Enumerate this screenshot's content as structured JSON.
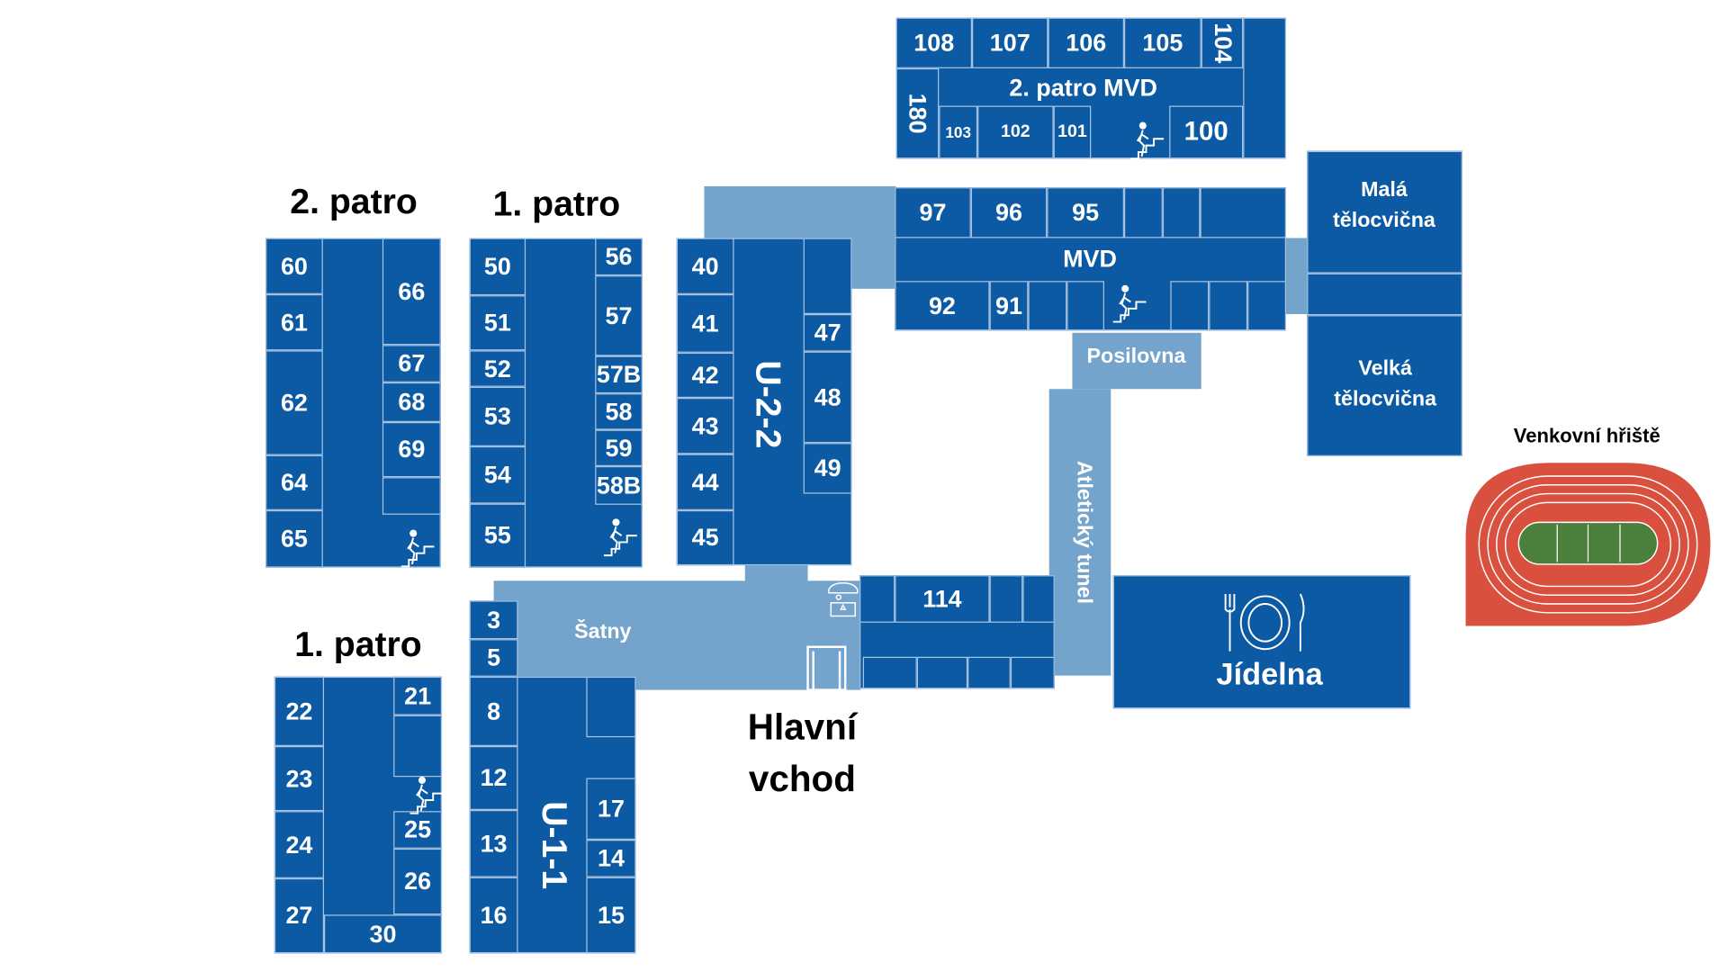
{
  "headings": {
    "floor2_left": "2. patro",
    "floor1_upper": "1. patro",
    "floor1_lower": "1. patro",
    "main_entrance_1": "Hlavní",
    "main_entrance_2": "vchod",
    "outdoor": "Venkovní hřiště"
  },
  "areas": {
    "mvd2": "2. patro MVD",
    "mvd": "MVD",
    "u22": "U-2-2",
    "u11": "U-1-1",
    "satny": "Šatny",
    "posilovna": "Posilovna",
    "tunel": "Atletický tunel",
    "mala1": "Malá",
    "mala2": "tělocvična",
    "velka1": "Velká",
    "velka2": "tělocvična",
    "jidelna": "Jídelna"
  },
  "rooms": {
    "r108": "108",
    "r107": "107",
    "r106": "106",
    "r105": "105",
    "r104": "104",
    "r180": "180",
    "r103": "103",
    "r102": "102",
    "r101": "101",
    "r100": "100",
    "r97": "97",
    "r96": "96",
    "r95": "95",
    "r92": "92",
    "r91": "91",
    "r60": "60",
    "r61": "61",
    "r62": "62",
    "r64": "64",
    "r65": "65",
    "r66": "66",
    "r67": "67",
    "r68": "68",
    "r69": "69",
    "r50": "50",
    "r51": "51",
    "r52": "52",
    "r53": "53",
    "r54": "54",
    "r55": "55",
    "r56": "56",
    "r57": "57",
    "r57B": "57B",
    "r58": "58",
    "r59": "59",
    "r58B": "58B",
    "r40": "40",
    "r41": "41",
    "r42": "42",
    "r43": "43",
    "r44": "44",
    "r45": "45",
    "r47": "47",
    "r48": "48",
    "r49": "49",
    "r3": "3",
    "r5": "5",
    "r8": "8",
    "r12": "12",
    "r13": "13",
    "r16": "16",
    "r17": "17",
    "r14": "14",
    "r15": "15",
    "r22": "22",
    "r23": "23",
    "r24": "24",
    "r27": "27",
    "r21": "21",
    "r25": "25",
    "r26": "26",
    "r30": "30",
    "r114": "114"
  },
  "colors": {
    "room": "#0b5aa3",
    "corridor": "#74a3cc",
    "track": "#d9503f",
    "field": "#4a7f3c"
  }
}
